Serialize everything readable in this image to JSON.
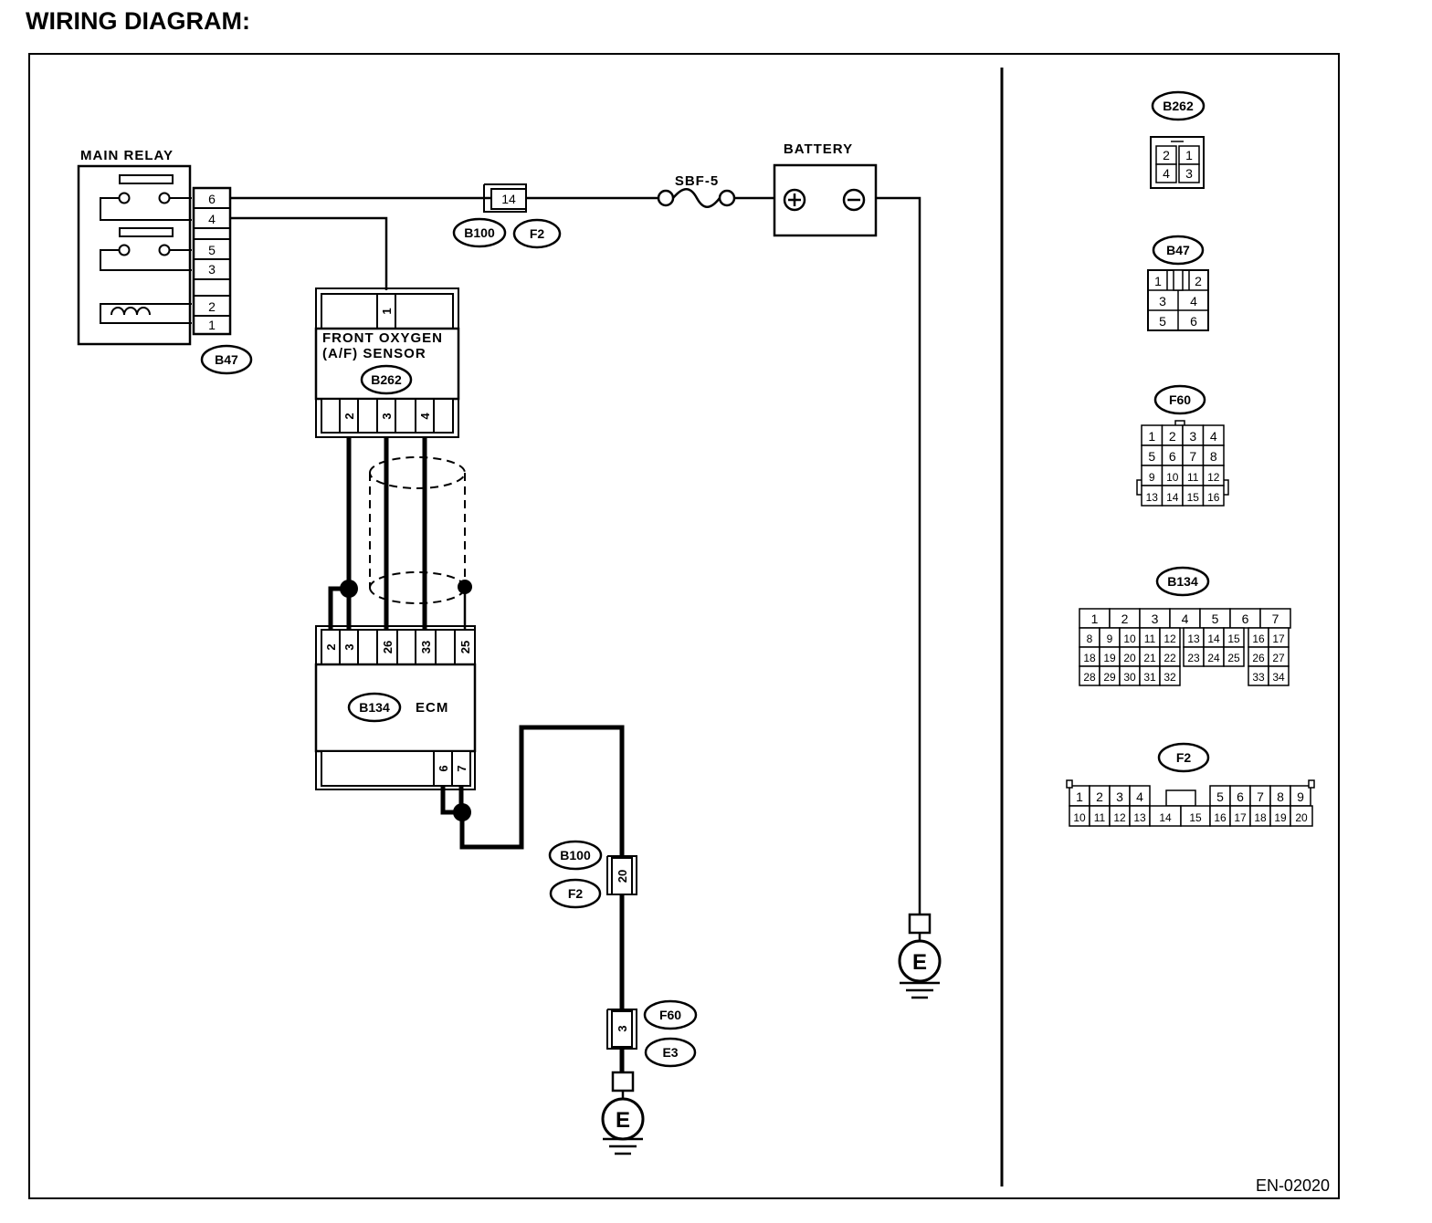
{
  "title": "WIRING DIAGRAM:",
  "doc_code": "EN-02020",
  "components": {
    "main_relay": "MAIN RELAY",
    "battery": "BATTERY",
    "fuse": "SBF-5",
    "sensor_line1": "FRONT OXYGEN",
    "sensor_line2": "(A/F) SENSOR",
    "ecm": "ECM",
    "ground": "E"
  },
  "tags": {
    "b47": "B47",
    "b100": "B100",
    "f2": "F2",
    "b262": "B262",
    "b134": "B134",
    "f60": "F60",
    "e3": "E3"
  },
  "pins": {
    "relay": [
      "6",
      "4",
      "5",
      "3",
      "2",
      "1"
    ],
    "b100_top": "14",
    "sensor_top": "1",
    "sensor_bottom": [
      "2",
      "3",
      "4"
    ],
    "ecm_top": [
      "2",
      "3",
      "26",
      "33",
      "25"
    ],
    "ecm_bottom": [
      "6",
      "7"
    ],
    "b100_ground": "20",
    "f60_ground": "3"
  },
  "connectors": {
    "b262": {
      "label": "B262",
      "rows": [
        [
          "2",
          "1"
        ],
        [
          "4",
          "3"
        ]
      ]
    },
    "b47": {
      "label": "B47",
      "rows": [
        [
          "1",
          "",
          "2"
        ],
        [
          "3",
          "4"
        ],
        [
          "5",
          "6"
        ]
      ]
    },
    "f60": {
      "label": "F60",
      "rows": [
        [
          "1",
          "2",
          "3",
          "4"
        ],
        [
          "5",
          "6",
          "7",
          "8"
        ],
        [
          "9",
          "10",
          "11",
          "12"
        ],
        [
          "13",
          "14",
          "15",
          "16"
        ]
      ]
    },
    "b134": {
      "label": "B134",
      "rows": [
        [
          "1",
          "2",
          "3",
          "4",
          "5",
          "6",
          "7"
        ],
        [
          "8",
          "9",
          "10",
          "11",
          "12",
          "13",
          "14",
          "15",
          "16",
          "17"
        ],
        [
          "18",
          "19",
          "20",
          "21",
          "22",
          "23",
          "24",
          "25",
          "26",
          "27"
        ],
        [
          "28",
          "29",
          "30",
          "31",
          "32",
          "33",
          "34"
        ]
      ]
    },
    "f2": {
      "label": "F2",
      "rows": [
        [
          "1",
          "2",
          "3",
          "4",
          "5",
          "6",
          "7",
          "8",
          "9"
        ],
        [
          "10",
          "11",
          "12",
          "13",
          "14",
          "15",
          "16",
          "17",
          "18",
          "19",
          "20"
        ]
      ]
    }
  }
}
